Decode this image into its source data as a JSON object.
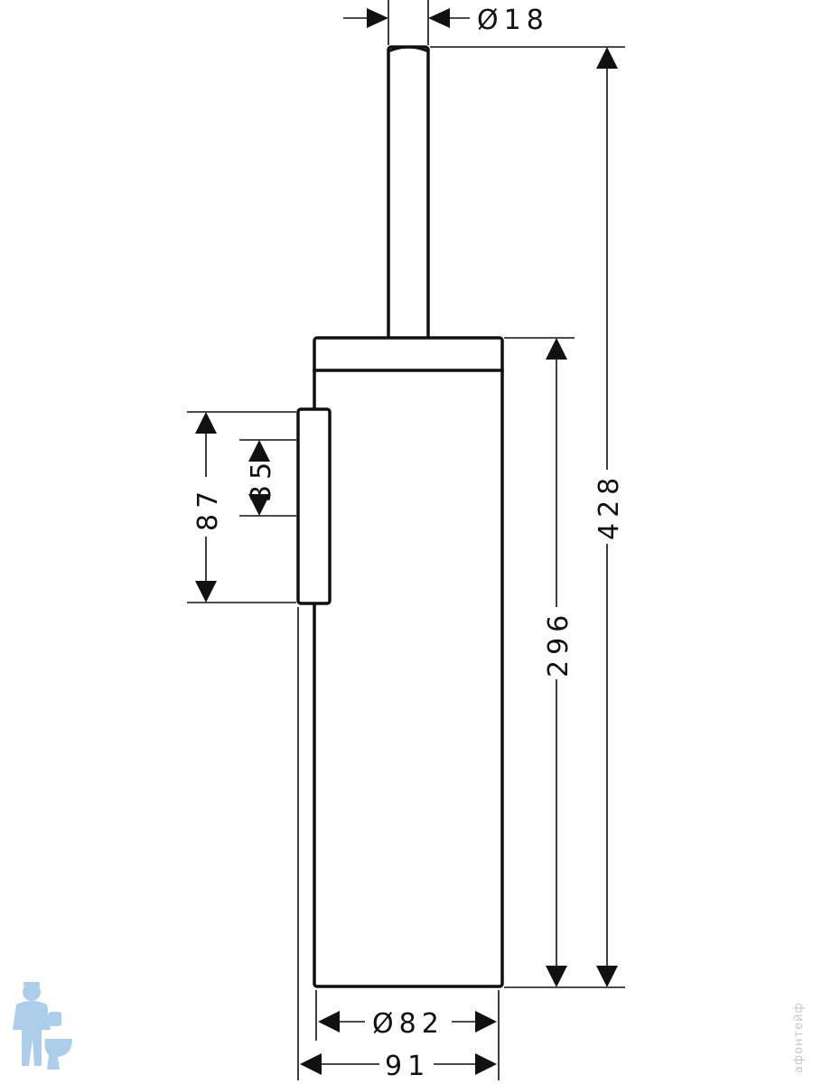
{
  "dimensions": {
    "handle_diameter": "Ø18",
    "total_height": "428",
    "container_height": "296",
    "bracket_height": "87",
    "bracket_hole_spacing": "35",
    "container_diameter": "Ø82",
    "overall_depth": "91"
  },
  "watermark": {
    "text": "афонтейф"
  },
  "colors": {
    "line": "#111111",
    "background": "#ffffff",
    "watermark_text": "#c9c9c9",
    "logo": "#9fc6e8"
  },
  "icons": {
    "logo": "plumber-toilet-logo"
  }
}
